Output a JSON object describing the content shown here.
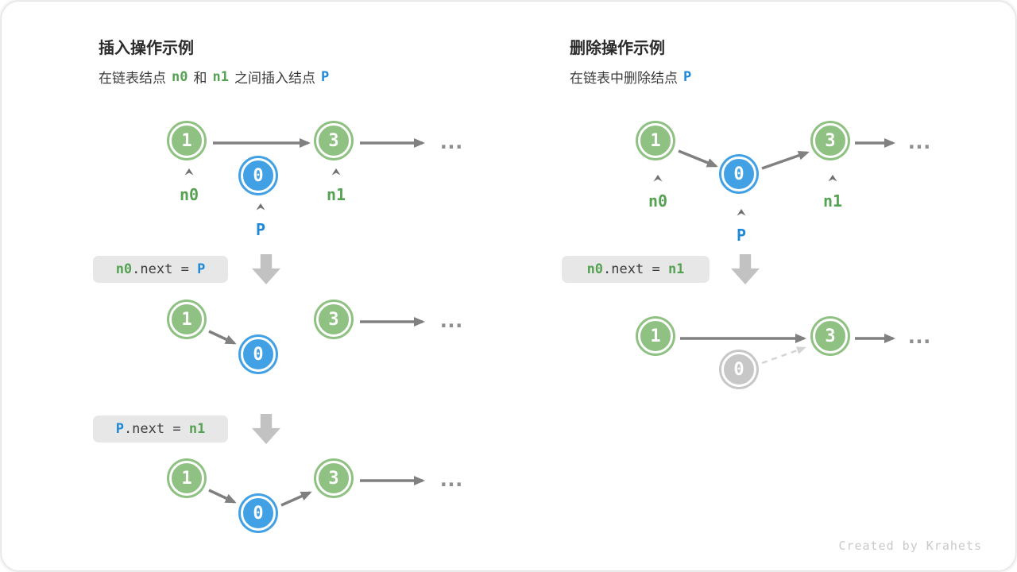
{
  "colors": {
    "green_node": "#8FC183",
    "blue_node": "#41A1E4",
    "gray_node": "#C7C7C7",
    "green_text": "#56A254",
    "blue_text": "#1E88D8",
    "code_text": "#3C3C3C",
    "code_bg": "#E7E7E7",
    "arrow": "#808080",
    "arrow_light": "#D4D4D4",
    "title_text": "#2B2B2B",
    "body_text": "#3B3B3B",
    "muted": "#8F8F8F",
    "caret": "#6F6F6F",
    "block_arrow": "#C2C2C2",
    "credit_text": "#C9C9C9"
  },
  "insert": {
    "title": "插入操作示例",
    "subtitle": {
      "t1": "在链表结点",
      "tok1": "n0",
      "t2": "和",
      "tok2": "n1",
      "t3": "之间插入结点",
      "tok3": "P"
    },
    "step1": {
      "node_a": "1",
      "node_p": "0",
      "node_b": "3",
      "label_a": "n0",
      "label_p": "P",
      "label_b": "n1",
      "ellipsis": "..."
    },
    "code1": {
      "lhs": "n0",
      "mid": ".next = ",
      "rhs": "P"
    },
    "step2": {
      "node_a": "1",
      "node_p": "0",
      "node_b": "3",
      "ellipsis": "..."
    },
    "code2": {
      "lhs": "P",
      "mid": ".next = ",
      "rhs": "n1"
    },
    "step3": {
      "node_a": "1",
      "node_p": "0",
      "node_b": "3",
      "ellipsis": "..."
    }
  },
  "delete": {
    "title": "删除操作示例",
    "subtitle": {
      "t1": "在链表中删除结点",
      "tok1": "P"
    },
    "step1": {
      "node_a": "1",
      "node_p": "0",
      "node_b": "3",
      "label_a": "n0",
      "label_p": "P",
      "label_b": "n1",
      "ellipsis": "..."
    },
    "code1": {
      "lhs": "n0",
      "mid": ".next = ",
      "rhs": "n1"
    },
    "step2": {
      "node_a": "1",
      "node_p": "0",
      "node_b": "3",
      "ellipsis": "..."
    }
  },
  "footer": {
    "credit": "Created by Krahets"
  }
}
